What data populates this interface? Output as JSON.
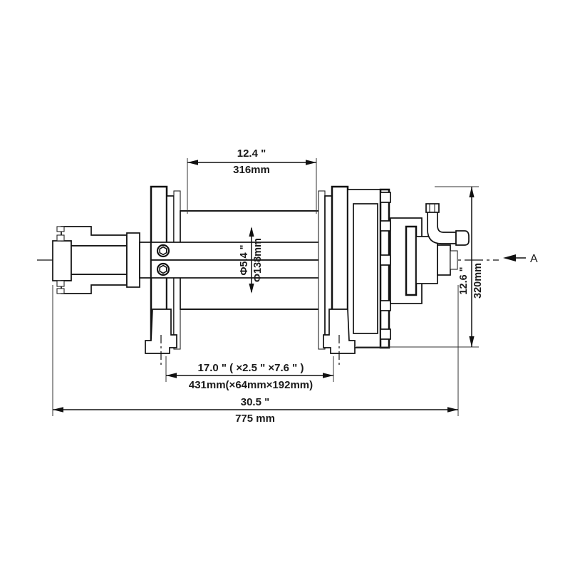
{
  "drawing": {
    "title": "Hydraulic Winch Dimensional Drawing",
    "subject": "winch-side-elevation",
    "background_color": "#ffffff",
    "line_color": "#111111"
  },
  "dimensions": {
    "drum_width": {
      "name": "drum-barrel-width",
      "imperial": "12.4 \"",
      "metric": "316mm"
    },
    "drum_diameter": {
      "name": "drum-barrel-diameter",
      "imperial": "Φ5.4 \"",
      "metric": "Φ138mm"
    },
    "mounting_pattern": {
      "name": "mounting-foot-bolt-pattern",
      "imperial": "17.0 \" ( ×2.5 \"  ×7.6 \" )",
      "metric": "431mm(×64mm×192mm)"
    },
    "overall_length": {
      "name": "overall-length",
      "imperial": "30.5 \"",
      "metric": "775 mm"
    },
    "overall_height": {
      "name": "overall-height",
      "imperial": "12.6 \"",
      "metric": "320mm"
    }
  },
  "annotations": {
    "section_arrow": {
      "name": "section-view-arrow-a",
      "label": "A",
      "direction": "left"
    }
  },
  "components": [
    {
      "name": "drive-shaft-end",
      "label": "drive shaft end"
    },
    {
      "name": "left-drum-flange",
      "label": "left drum flange"
    },
    {
      "name": "cable-drum-barrel",
      "label": "cable drum barrel"
    },
    {
      "name": "right-drum-flange",
      "label": "right drum flange"
    },
    {
      "name": "gearbox-housing",
      "label": "gearbox housing"
    },
    {
      "name": "hydraulic-motor",
      "label": "hydraulic motor"
    },
    {
      "name": "hydraulic-elbow-fitting",
      "label": "hydraulic elbow fitting"
    },
    {
      "name": "left-mounting-foot",
      "label": "left mounting foot"
    },
    {
      "name": "right-mounting-foot",
      "label": "right mounting foot"
    },
    {
      "name": "tie-bar-upper",
      "label": "upper tie bar"
    },
    {
      "name": "tie-bar-lower",
      "label": "lower tie bar"
    }
  ]
}
